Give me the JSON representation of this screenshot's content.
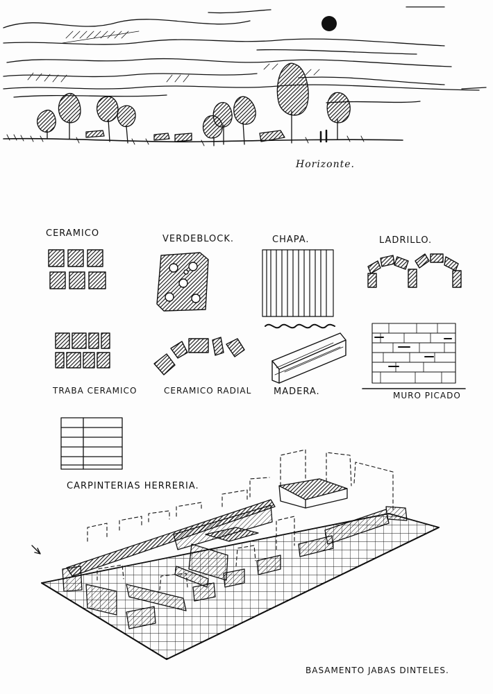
{
  "captions": {
    "horizonte": "Horizonte.",
    "ceramico": "CERAMICO",
    "verdeblock": "VERDEBLOCK.",
    "chapa": "CHAPA.",
    "ladrillo": "LADRILLO.",
    "traba_ceramico": "TRABA CERAMICO",
    "ceramico_radial": "CERAMICO RADIAL",
    "madera": "MADERA.",
    "muro_picado": "MURO PICADO",
    "carpinterias": "CARPINTERIAS HERRERIA.",
    "basamento": "BASAMENTO JABAS DINTELES."
  }
}
